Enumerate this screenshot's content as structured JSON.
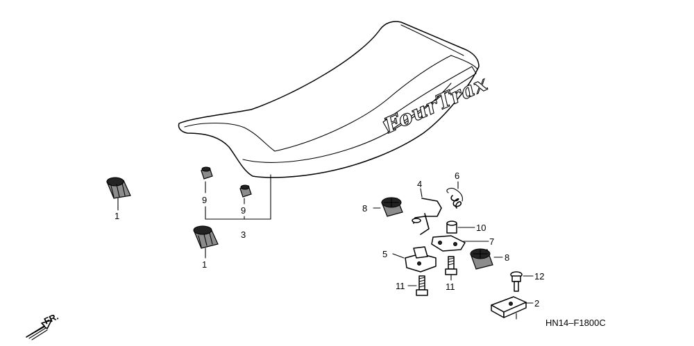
{
  "diagram": {
    "seat_logo": "FourTrax",
    "diagram_code": "HN14–F1800C",
    "front_indicator": "FR.",
    "callouts": {
      "c1a": "1",
      "c1b": "1",
      "c9a": "9",
      "c9b": "9",
      "c3": "3",
      "c4": "4",
      "c6": "6",
      "c8a": "8",
      "c10": "10",
      "c7": "7",
      "c5": "5",
      "c8b": "8",
      "c11a": "11",
      "c11b": "11",
      "c12": "12",
      "c2": "2"
    }
  }
}
